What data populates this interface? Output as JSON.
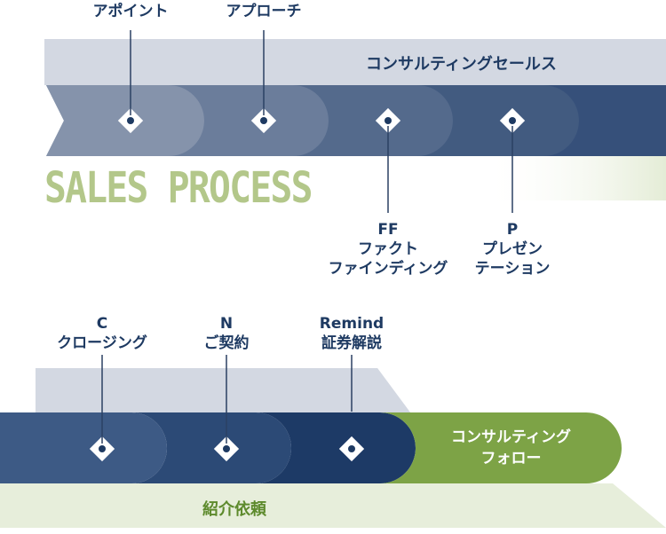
{
  "title": "SALES PROCESS",
  "top_band_label": "コンサルティングセールス",
  "bottom_band_label": "紹介依頼",
  "follow_label": [
    "コンサルティング",
    "フォロー"
  ],
  "top_steps": [
    {
      "label": [
        "アポイント"
      ]
    },
    {
      "label": [
        "アプローチ"
      ]
    },
    {
      "label": [
        "FF",
        "ファクト",
        "ファインディング"
      ]
    },
    {
      "label": [
        "P",
        "プレゼン",
        "テーション"
      ]
    }
  ],
  "bottom_steps": [
    {
      "label": [
        "C",
        "クロージング"
      ]
    },
    {
      "label": [
        "N",
        "ご契約"
      ]
    },
    {
      "label": [
        "Remind",
        "証券解説"
      ]
    }
  ],
  "colors": {
    "navy": "#1e3a62",
    "grey_band": "#d3d8e2",
    "green_band": "#e7eedb",
    "green_accent": "#7da346",
    "title_green": "#b3c78a"
  }
}
